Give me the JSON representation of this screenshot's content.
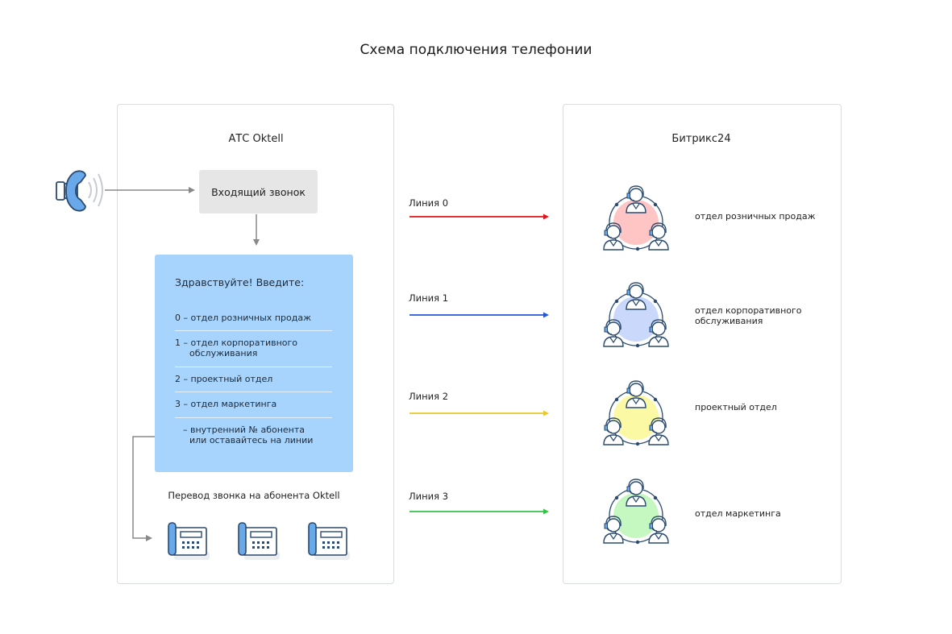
{
  "title": "Схема подключения телефонии",
  "left_panel": {
    "title": "АТС Oktell",
    "incoming_call": "Входящий звонок",
    "ivr": {
      "greeting": "Здравствуйте! Введите:",
      "items": [
        {
          "line1": "0 – отдел розничных продаж",
          "line2": ""
        },
        {
          "line1": "1 – отдел корпоративного",
          "line2": "обслуживания"
        },
        {
          "line1": "2 – проектный отдел",
          "line2": ""
        },
        {
          "line1": "3 – отдел маркетинга",
          "line2": ""
        },
        {
          "line1": "– внутренний № абонента",
          "line2": "или оставайтесь на линии"
        }
      ]
    },
    "transfer_label": "Перевод звонка на абонента Oktell"
  },
  "right_panel": {
    "title": "Битрикс24",
    "departments": [
      {
        "line1": "отдел розничных продаж",
        "line2": "",
        "color": "#ffc4c4"
      },
      {
        "line1": "отдел корпоративного",
        "line2": "обслуживания",
        "color": "#c9d8fb"
      },
      {
        "line1": "проектный отдел",
        "line2": "",
        "color": "#fbf9a3"
      },
      {
        "line1": "отдел маркетинга",
        "line2": "",
        "color": "#c5f7c0"
      }
    ]
  },
  "lines": [
    {
      "label": "Линия 0",
      "color": "#e0141a"
    },
    {
      "label": "Линия 1",
      "color": "#2457d6"
    },
    {
      "label": "Линия 2",
      "color": "#e8c92a"
    },
    {
      "label": "Линия 3",
      "color": "#36c24a"
    }
  ],
  "icons": {
    "caller": "ringing-phone-icon",
    "desk_phone": "desk-phone-icon",
    "operators": "operator-group-icon"
  },
  "colors": {
    "icon_stroke": "#2b4a6e",
    "icon_blue": "#6aa9e9",
    "connector_gray": "#888888",
    "ivr_fill": "#a6d4fd",
    "incoming_fill": "#e6e6e6"
  }
}
